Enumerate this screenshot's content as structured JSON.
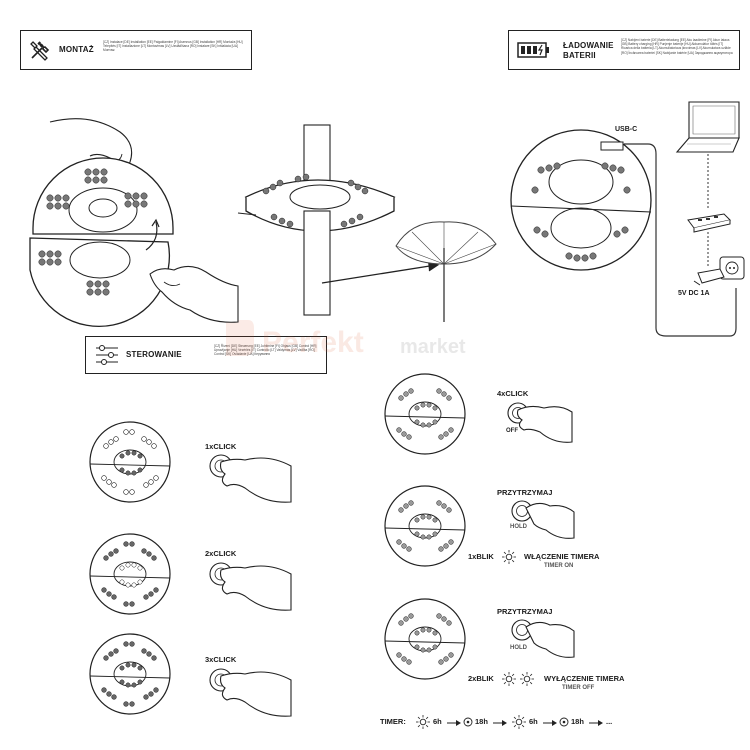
{
  "montaz": {
    "title": "MONTAŻ",
    "text": "[CZ] Instalace  [DE] Installation  [EE] Paigaldamine  [FI] Asennus  [GB] Installation  [HR] Montaža  [HU] Telepítés  [IT] Installazione  [LT] Montavimas  [LV] Uzstādīšana  [RO] Instalare  [SK] Inštalácia  [UA] Монтаж"
  },
  "ladowanie": {
    "title_line1": "ŁADOWANIE",
    "title_line2": "BATERII",
    "text": "[CZ] Nabíjení baterie  [DE] Batterieladung  [EE] Aku laadimine  [FI] Akun lataus  [GB] Battery charging  [HR] Punjenje baterije  [HU] Akkumulátor töltés  [IT] Ricarica della batteria  [LT] Akumuliatoriaus įkrovimas  [LV] Akumulatora uzlāde  [RO] Încărcarea bateriei  [SK] Nabíjanie batérie  [UA] Заряджання акумулятора"
  },
  "sterowanie": {
    "title": "STEROWANIE",
    "text": "[CZ] Řízení  [DE] Steuerung  [EE] Juhtimine  [FI] Ohjaus  [GB] Control  [HR] Upravljanje  [HU] Vezérlés  [IT] Controllo  [LT] Valdymas  [LV] Vadība  [RO] Control  [SK] Ovládanie  [UA] Керування"
  },
  "charging": {
    "usb_label": "USB-C",
    "power_label": "5V DC 1A"
  },
  "controls": {
    "click1": "1xCLICK",
    "click2": "2xCLICK",
    "click3": "3xCLICK",
    "click4": "4xCLICK",
    "off": "OFF",
    "hold_title_1": "PRZYTRZYMAJ",
    "hold_1": "HOLD",
    "blink1": "1xBLIK",
    "timer_on_pl": "WŁĄCZENIE TIMERA",
    "timer_on_en": "TIMER ON",
    "hold_title_2": "PRZYTRZYMAJ",
    "hold_2": "HOLD",
    "blink2": "2xBLIK",
    "timer_off_pl": "WYŁĄCZENIE TIMERA",
    "timer_off_en": "TIMER OFF"
  },
  "timer": {
    "label": "TIMER:",
    "on1": "6h",
    "off1": "18h",
    "on2": "6h",
    "off2": "18h",
    "ellipsis": "..."
  },
  "watermark": {
    "brand": "Perfekt",
    "brand2": "market"
  },
  "icons": [
    "tools-icon",
    "battery-charging-icon",
    "sliders-icon",
    "sun-icon",
    "moon-icon",
    "arrow-right-icon"
  ],
  "colors": {
    "ink": "#1a1a1a",
    "line": "#333333",
    "watermark": "#e05a33"
  }
}
